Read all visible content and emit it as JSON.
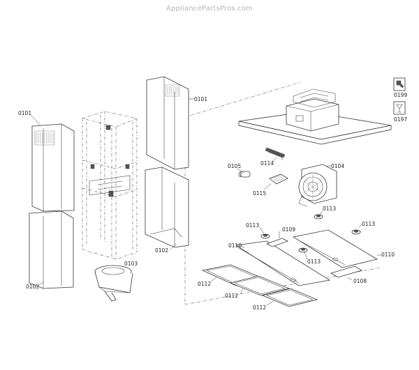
{
  "site": {
    "watermark": "AppliancePartsPros.com"
  },
  "labels": {
    "l0101_left": "0101",
    "l0101_right": "0101",
    "l0102_left": "0102",
    "l0102_mid": "0102",
    "l0103": "0103",
    "l0104": "0104",
    "l0105": "0105",
    "l0108": "0108",
    "l0109": "0109",
    "l0110_left": "0110",
    "l0110_right": "0110",
    "l0112_a": "0112",
    "l0112_b": "0112",
    "l0112_c": "0112",
    "l0113_a": "0113",
    "l0113_b": "0113",
    "l0113_c": "0113",
    "l0113_d": "0113",
    "l0114": "0114",
    "l0115": "0115",
    "l0197": "0197",
    "l0199": "0199"
  },
  "icons": [
    "wrench-icon",
    "fastener-icon"
  ]
}
